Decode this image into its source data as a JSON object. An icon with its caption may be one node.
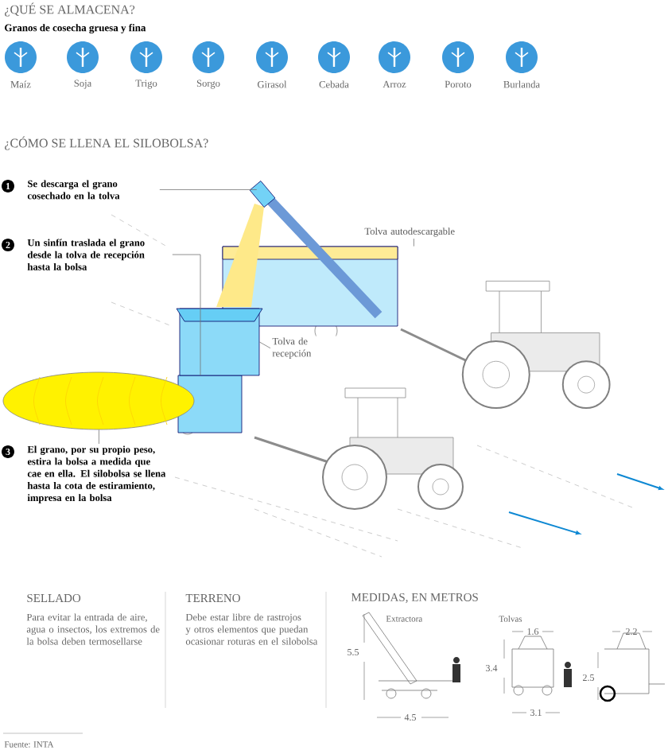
{
  "diagram": {
    "nodes": [
      {
        "text": [
          "Se descarga el grano cosechado en la tolva"
        ],
        "beside": [
          "1"
        ]
      },
      {
        "text": [
          "Un sinfín traslada el grano desde la tolva de recepción hasta la bolsa"
        ],
        "beside": [
          "2"
        ]
      },
      {
        "text": [
          "El grano, por su propio peso, estira la bolsa a medida que cae en ella. El silobolsa se llena hasta la cota de estiramiento, impresa en la bolsa"
        ],
        "beside": [
          "3"
        ]
      },
      {
        "text": [
          "Tolva autodescargable"
        ]
      },
      {
        "text": [
          "Tolva de recepción"
        ]
      },
      {
        "text": [],
        "shape": "box"
      },
      {
        "text": [],
        "shape": "box"
      },
      {
        "text": [],
        "shape": "picture"
      },
      {
        "text": [],
        "shape": "box"
      }
    ],
    "edges": [
      {
        "from": 0,
        "to": 5,
        "arrow": "none"
      },
      {
        "from": 1,
        "to": 6,
        "arrow": "none"
      },
      {
        "from": 2,
        "to": 7,
        "arrow": "none"
      },
      {
        "from": 3,
        "to": 8,
        "arrow": "none"
      },
      {
        "from": 4,
        "to": 6,
        "arrow": "none"
      }
    ],
    "labels": [
      "¿QUÉ SE ALMACENA?",
      "Granos de cosecha gruesa y fina",
      "Maíz",
      "Soja",
      "Trigo",
      "Sorgo",
      "Girasol",
      "Cebada",
      "Arroz",
      "Poroto",
      "Burlanda",
      "¿CÓMO SE LLENA EL SILOBOLSA?",
      "SELLADO",
      "Para evitar la entrada de aire, agua o insectos, los extremos de la bolsa deben termosellarse",
      "TERRENO",
      "Debe estar libre de rastrojos y otros elementos que puedan ocasionar roturas en el silobolsa",
      "MEDIDAS, EN METROS",
      "Extractora",
      "Tolvas",
      "5.5",
      "4.5",
      "1.6",
      "3.4",
      "3.1",
      "2.2",
      "2.5",
      "Fuente: INTA"
    ]
  }
}
